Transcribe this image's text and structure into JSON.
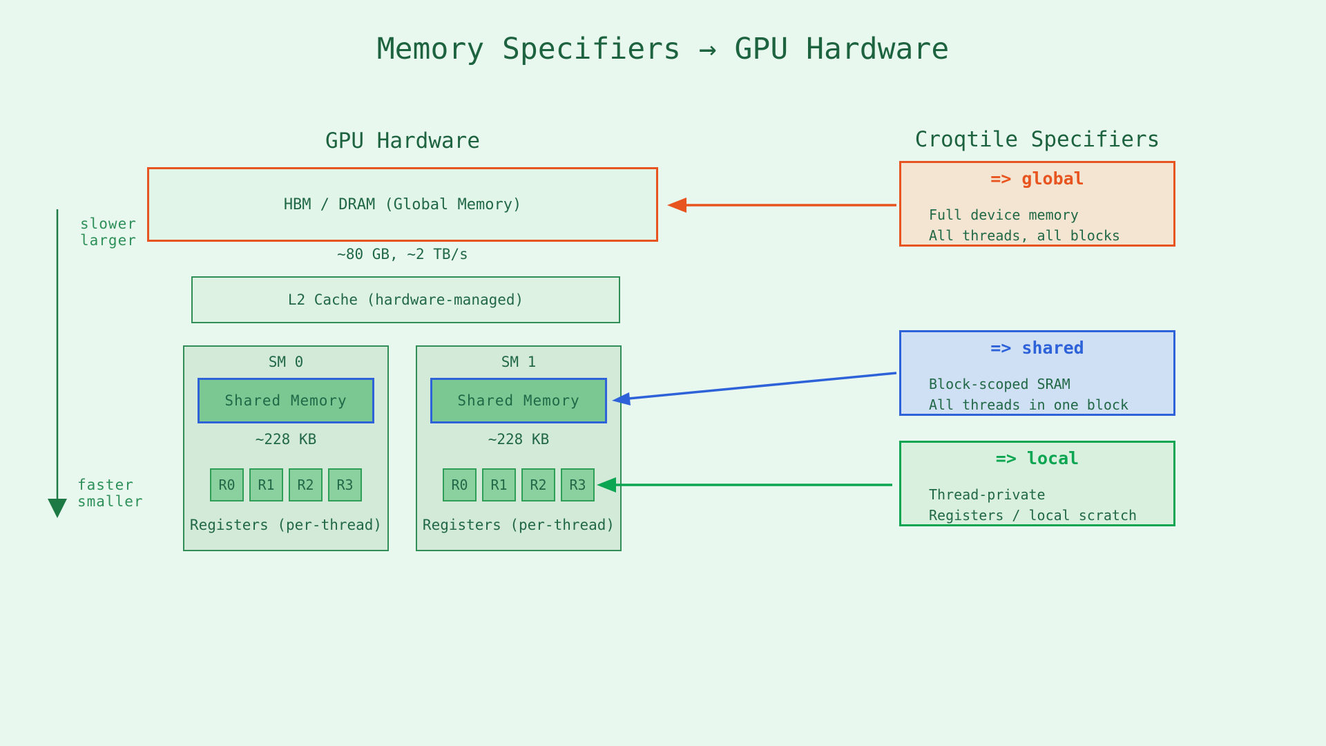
{
  "page": {
    "title": "Memory Specifiers → GPU Hardware",
    "background": "#e9f8ee"
  },
  "headings": {
    "hardware": "GPU Hardware",
    "specifiers": "Croqtile Specifiers"
  },
  "rail": {
    "top": [
      "slower",
      "larger"
    ],
    "bottom": [
      "faster",
      "smaller"
    ]
  },
  "hardware": {
    "hbm": {
      "label": "HBM / DRAM  (Global Memory)",
      "caption": "~80 GB, ~2 TB/s"
    },
    "l2": {
      "label": "L2 Cache (hardware-managed)"
    },
    "sms": [
      {
        "name": "SM 0",
        "shared_label": "Shared Memory",
        "shared_caption": "~228 KB",
        "registers": [
          "R0",
          "R1",
          "R2",
          "R3"
        ],
        "registers_caption": "Registers (per-thread)"
      },
      {
        "name": "SM 1",
        "shared_label": "Shared Memory",
        "shared_caption": "~228 KB",
        "registers": [
          "R0",
          "R1",
          "R2",
          "R3"
        ],
        "registers_caption": "Registers (per-thread)"
      }
    ]
  },
  "specifiers": [
    {
      "title": "=> global",
      "lines": [
        "Full device memory",
        "All threads, all blocks"
      ],
      "accent": "#e8541f",
      "fill": "#f3e5d1",
      "points_to": "HBM / DRAM"
    },
    {
      "title": "=> shared",
      "lines": [
        "Block-scoped SRAM",
        "All threads in one block"
      ],
      "accent": "#2e62d9",
      "fill": "#cfe0f4",
      "points_to": "Shared Memory"
    },
    {
      "title": "=> local",
      "lines": [
        "Thread-private",
        "Registers / local scratch"
      ],
      "accent": "#0ca551",
      "fill": "#d9f0de",
      "points_to": "Registers"
    }
  ],
  "colors": {
    "background": "#e9f8ee",
    "ink": "#216847",
    "rail_green": "#2e9059",
    "green_border": "#2f8f57",
    "orange": "#e8541f",
    "blue": "#2e62d9",
    "bright_green": "#0ca551",
    "sm_fill": "#d3ead9",
    "shared_mem_fill": "#7bc893",
    "register_fill": "#8bd1a0",
    "hbm_fill": "#e2f5e9",
    "l2_fill": "#def2e3"
  }
}
